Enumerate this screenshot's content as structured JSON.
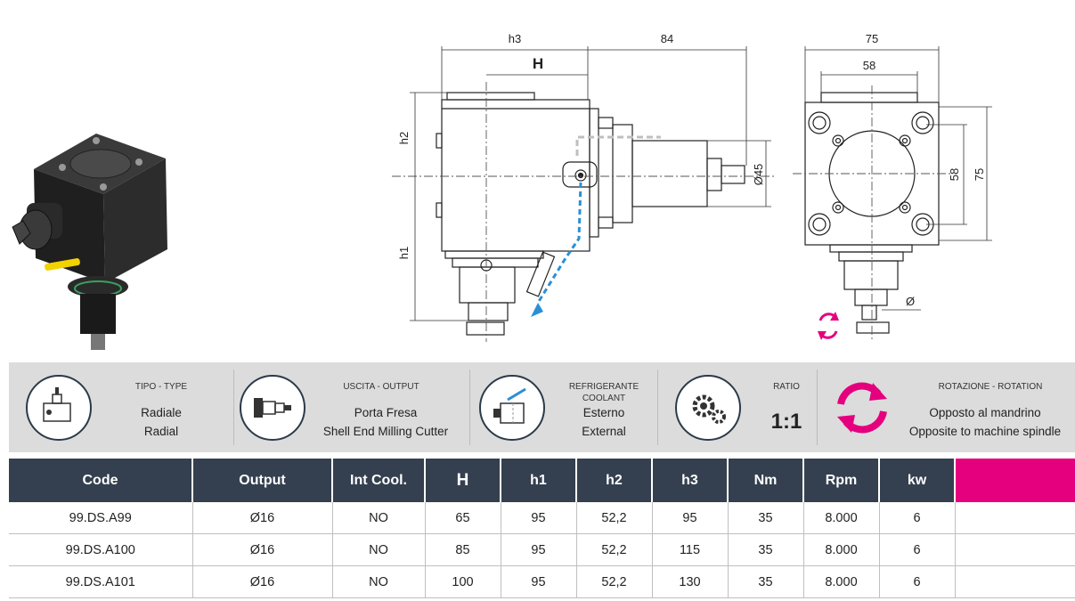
{
  "drawing": {
    "dim_h3": "h3",
    "dim_84": "84",
    "dim_H": "H",
    "dim_h2": "h2",
    "dim_h1": "h1",
    "dim_d45": "Ø45",
    "dim_75_top": "75",
    "dim_58_top": "58",
    "dim_58_side": "58",
    "dim_75_side": "75",
    "dim_phi": "Ø"
  },
  "info": {
    "type": {
      "title": "TIPO - TYPE",
      "value_it": "Radiale",
      "value_en": "Radial",
      "icon": "radial-tool-icon"
    },
    "output": {
      "title": "USCITA  - OUTPUT",
      "value_it": "Porta Fresa",
      "value_en": "Shell End Milling Cutter",
      "icon": "shell-mill-icon"
    },
    "coolant": {
      "title_it": "REFRIGERANTE",
      "title_en": "COOLANT",
      "value_it": "Esterno",
      "value_en": "External",
      "icon": "external-coolant-icon"
    },
    "ratio": {
      "title": "RATIO",
      "value": "1:1",
      "icon": "gears-icon"
    },
    "rotation": {
      "title": "ROTAZIONE - ROTATION",
      "value_it": "Opposto al mandrino",
      "value_en": "Opposite to machine spindle",
      "icon": "rotation-arrows-icon",
      "color": "#e5007e"
    }
  },
  "table": {
    "headers": [
      "Code",
      "Output",
      "Int Cool.",
      "H",
      "h1",
      "h2",
      "h3",
      "Nm",
      "Rpm",
      "kw",
      ""
    ],
    "rows": [
      [
        "99.DS.A99",
        "Ø16",
        "NO",
        "65",
        "95",
        "52,2",
        "95",
        "35",
        "8.000",
        "6",
        ""
      ],
      [
        "99.DS.A100",
        "Ø16",
        "NO",
        "85",
        "95",
        "52,2",
        "115",
        "35",
        "8.000",
        "6",
        ""
      ],
      [
        "99.DS.A101",
        "Ø16",
        "NO",
        "100",
        "95",
        "52,2",
        "130",
        "35",
        "8.000",
        "6",
        ""
      ]
    ]
  },
  "colors": {
    "header_bg": "#34404f",
    "accent": "#e5007e",
    "band_bg": "#dcdcdc",
    "coolant": "#2a8fd6"
  }
}
